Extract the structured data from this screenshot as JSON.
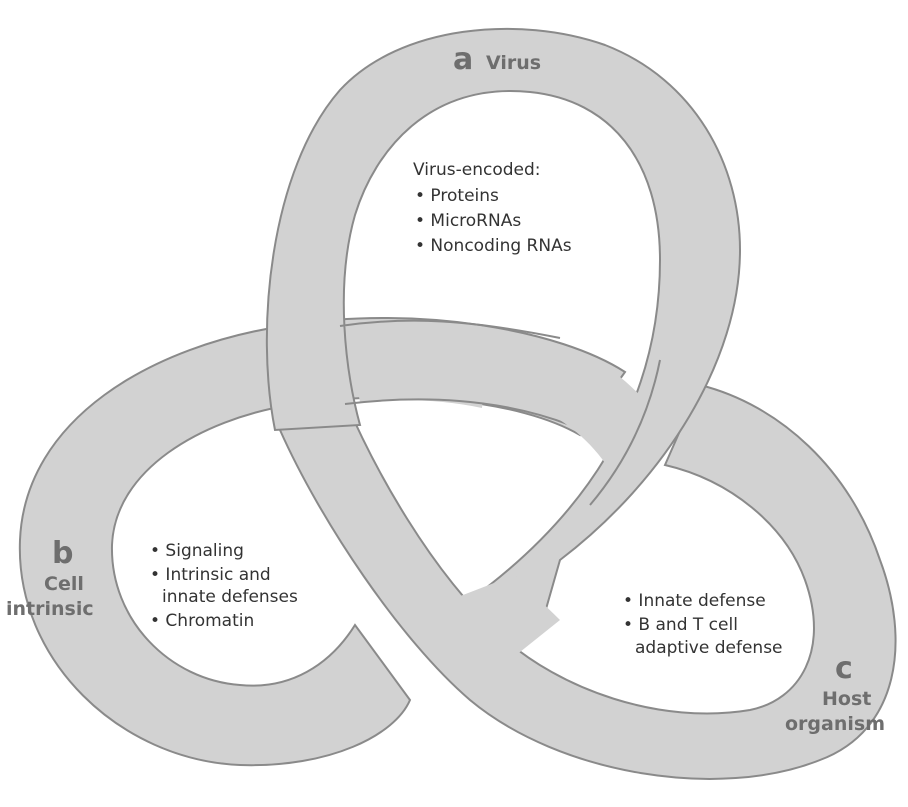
{
  "loops": [
    {
      "letter": "a",
      "title": "Virus",
      "heading": "Virus-encoded:",
      "items": [
        "• Proteins",
        "• MicroRNAs",
        "• Noncoding RNAs"
      ]
    },
    {
      "letter": "b",
      "title_lines": [
        "Cell",
        "intrinsic"
      ],
      "items": [
        "• Signaling",
        "• Intrinsic and",
        "innate defenses",
        "• Chromatin"
      ]
    },
    {
      "letter": "c",
      "title_lines": [
        "Host",
        "organism"
      ],
      "items": [
        "• Innate defense",
        "• B and T cell",
        "adaptive defense"
      ]
    }
  ],
  "colors": {
    "band_fill": "#d2d2d2",
    "band_edge": "#8a8a8a",
    "label": "#6e6e6e",
    "text": "#333333"
  }
}
